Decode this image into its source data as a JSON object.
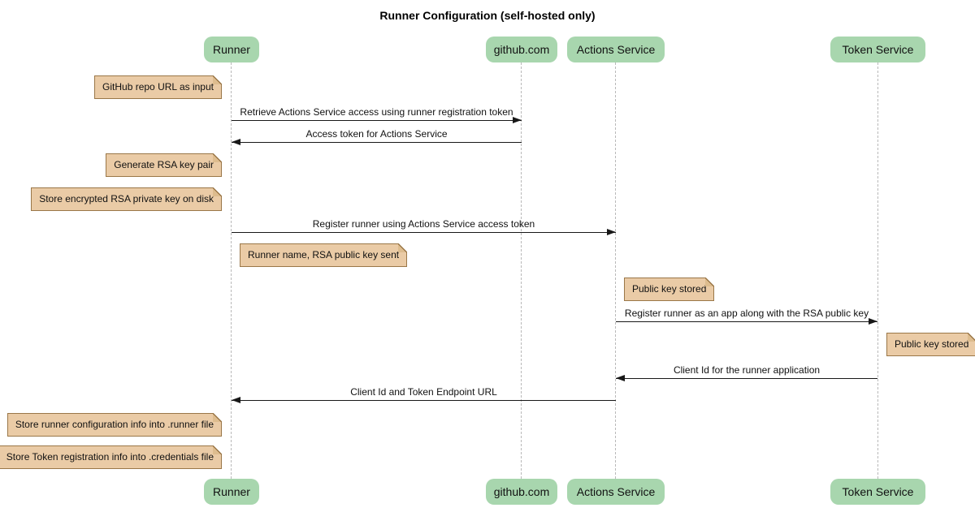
{
  "diagram": {
    "title": "Runner Configuration (self-hosted only)",
    "colors": {
      "participant_fill": "#a8d6ae",
      "note_fill": "#eacba6",
      "note_border": "#9a7748",
      "lifeline": "#b9b9b9",
      "arrow": "#181818",
      "background": "#ffffff"
    },
    "participants": [
      {
        "label": "Runner"
      },
      {
        "label": "github.com"
      },
      {
        "label": "Actions Service"
      },
      {
        "label": "Token Service"
      }
    ],
    "messages": [
      {
        "from": "Runner",
        "to": "github.com",
        "label": "Retrieve Actions Service access using runner registration token"
      },
      {
        "from": "github.com",
        "to": "Runner",
        "label": "Access token for Actions Service"
      },
      {
        "from": "Runner",
        "to": "Actions Service",
        "label": "Register runner using Actions Service access token"
      },
      {
        "from": "Actions Service",
        "to": "Token Service",
        "label": "Register runner as an app along with the RSA public key"
      },
      {
        "from": "Token Service",
        "to": "Actions Service",
        "label": "Client Id for the runner application"
      },
      {
        "from": "Actions Service",
        "to": "Runner",
        "label": "Client Id and Token Endpoint URL"
      }
    ],
    "notes": [
      {
        "text": "GitHub repo URL as input",
        "participant": "Runner",
        "side": "left"
      },
      {
        "text": "Generate RSA key pair",
        "participant": "Runner",
        "side": "left"
      },
      {
        "text": "Store encrypted RSA private key on disk",
        "participant": "Runner",
        "side": "left"
      },
      {
        "text": "Runner name, RSA public key sent",
        "participant": "Runner",
        "side": "right"
      },
      {
        "text": "Public key stored",
        "participant": "Actions Service",
        "side": "right"
      },
      {
        "text": "Public key stored",
        "participant": "Token Service",
        "side": "right"
      },
      {
        "text": "Store runner configuration info into .runner file",
        "participant": "Runner",
        "side": "left"
      },
      {
        "text": "Store Token registration info into .credentials file",
        "participant": "Runner",
        "side": "left"
      }
    ]
  }
}
